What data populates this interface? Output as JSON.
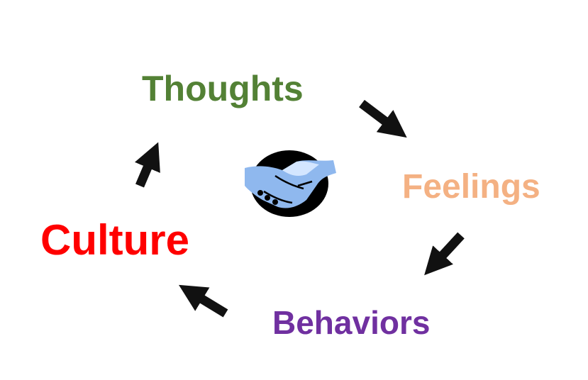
{
  "nodes": [
    {
      "id": "thoughts",
      "label": "Thoughts",
      "color": "#538135"
    },
    {
      "id": "feelings",
      "label": "Feelings",
      "color": "#f4b183"
    },
    {
      "id": "behaviors",
      "label": "Behaviors",
      "color": "#7030a0"
    },
    {
      "id": "culture",
      "label": "Culture",
      "color": "#ff0000"
    }
  ],
  "center_icon": "handshake-icon",
  "arrow_color": "#111111"
}
